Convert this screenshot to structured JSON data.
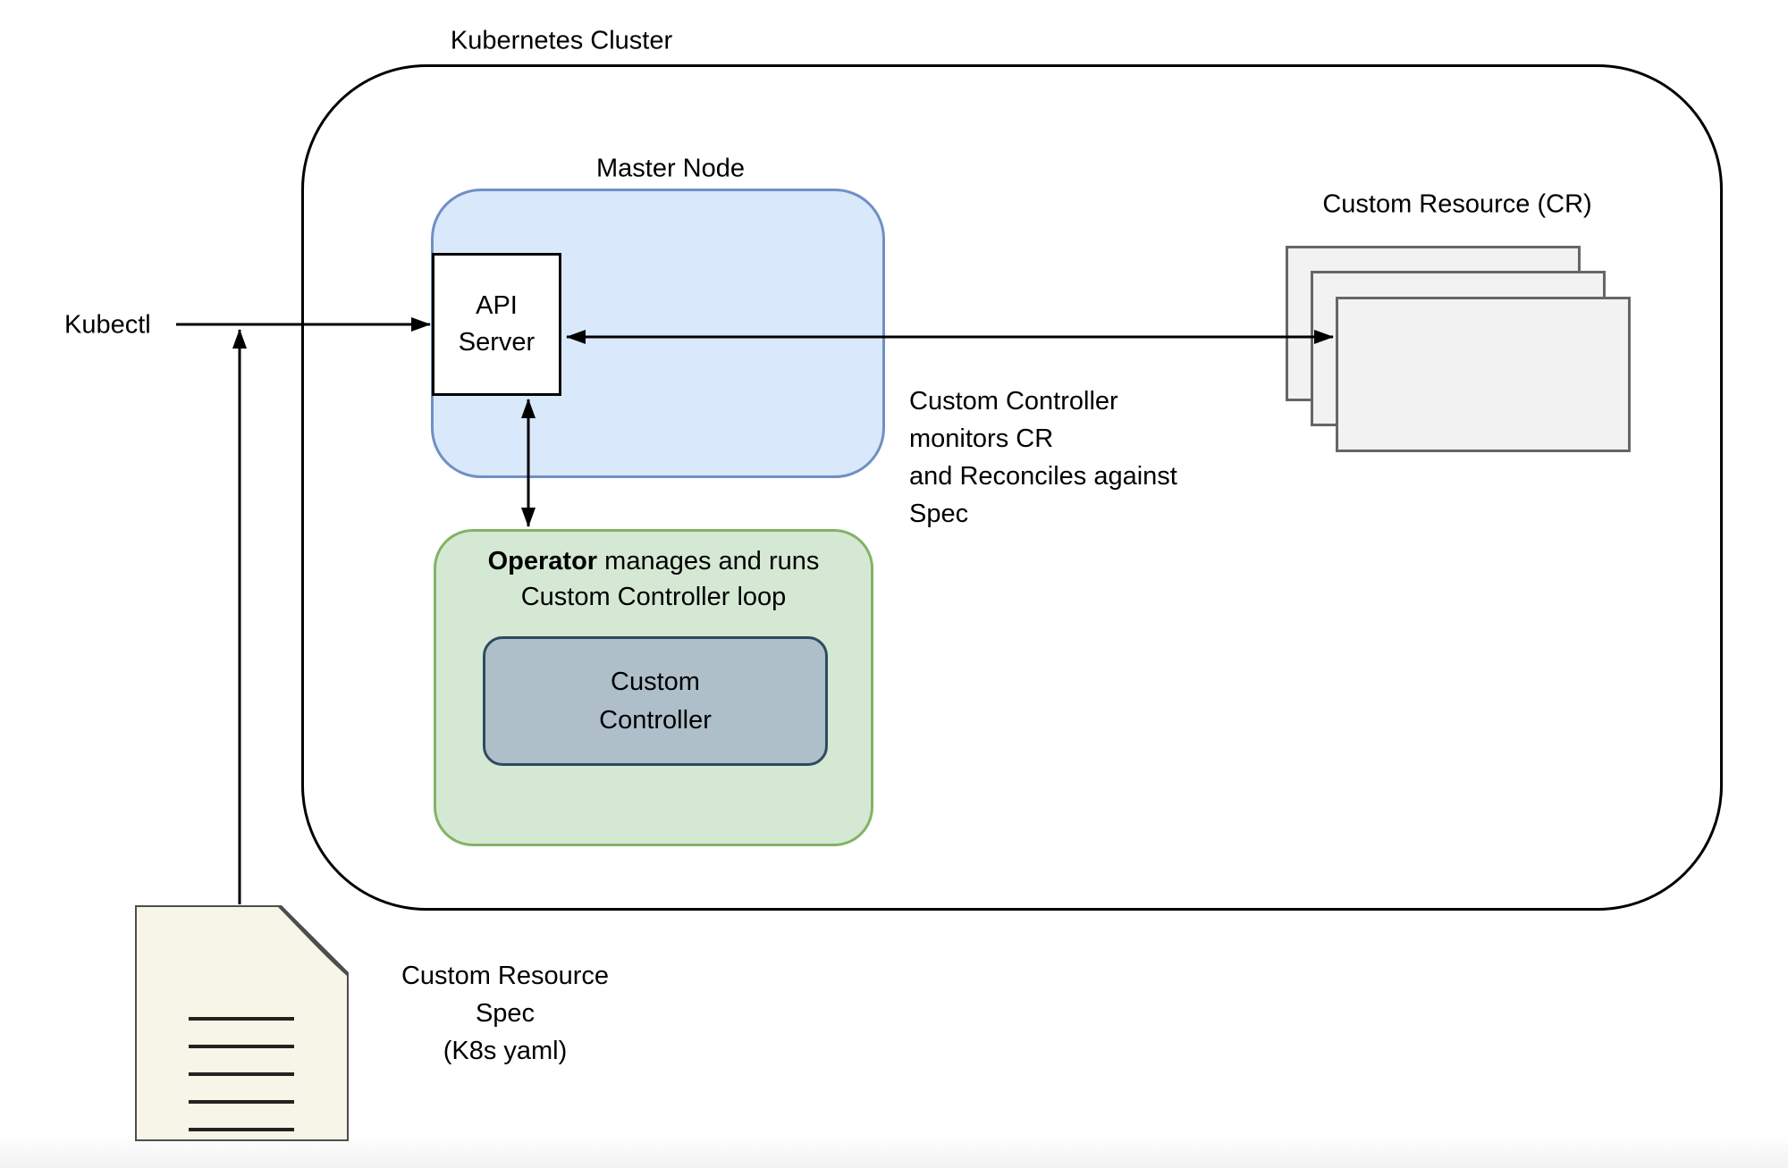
{
  "labels": {
    "cluster": "Kubernetes Cluster",
    "master_node": "Master Node",
    "api_server": "API\nServer",
    "operator_bold": "Operator",
    "operator_rest": " manages and runs",
    "operator_line2": "Custom Controller loop",
    "custom_controller": "Custom\nController",
    "custom_resource_title": "Custom Resource (CR)",
    "kubectl": "Kubectl",
    "monitor_note": "Custom Controller\nmonitors CR\nand Reconciles against\nSpec",
    "spec_caption": "Custom Resource\nSpec\n(K8s yaml)"
  },
  "colors": {
    "master_fill": "#dae8fc",
    "master_stroke": "#6f90c3",
    "operator_fill": "#d5e8d4",
    "operator_stroke": "#82b366",
    "controller_fill": "#aebfca",
    "controller_stroke": "#2e4b5f",
    "cr_fill": "#f2f2f2",
    "cr_stroke": "#666666",
    "doc_fill": "#f7f5e8",
    "doc_stroke": "#4d4d4d",
    "connector": "#000000"
  }
}
